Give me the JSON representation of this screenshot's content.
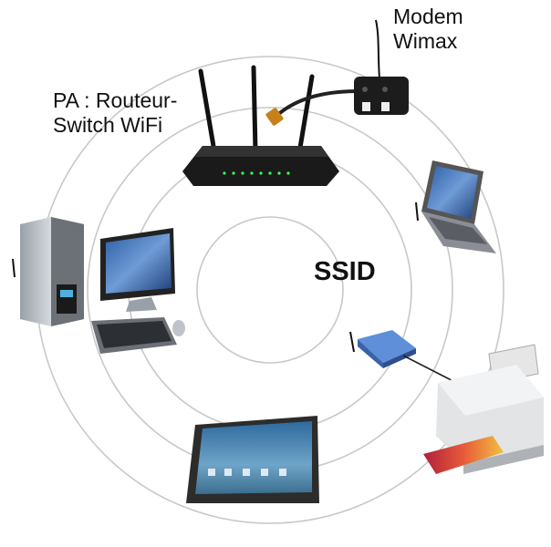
{
  "labels": {
    "modem_line1": "Modem",
    "modem_line2": "Wimax",
    "ap_line1": "PA : Routeur-",
    "ap_line2": "Switch WiFi",
    "ssid": "SSID"
  },
  "diagram": {
    "rings": 4,
    "devices": [
      {
        "name": "wifi-router",
        "kind": "router"
      },
      {
        "name": "wimax-modem",
        "kind": "modem"
      },
      {
        "name": "laptop",
        "kind": "laptop"
      },
      {
        "name": "desktop-computer",
        "kind": "desktop"
      },
      {
        "name": "wifi-adapter",
        "kind": "print-server"
      },
      {
        "name": "printer",
        "kind": "printer"
      },
      {
        "name": "tablet",
        "kind": "tablet"
      }
    ]
  },
  "colors": {
    "ring": "#c8c8c8",
    "device_dark": "#1a1a1a",
    "screen_blue": "#3a6fb0",
    "adapter_blue": "#5e8fd8"
  }
}
